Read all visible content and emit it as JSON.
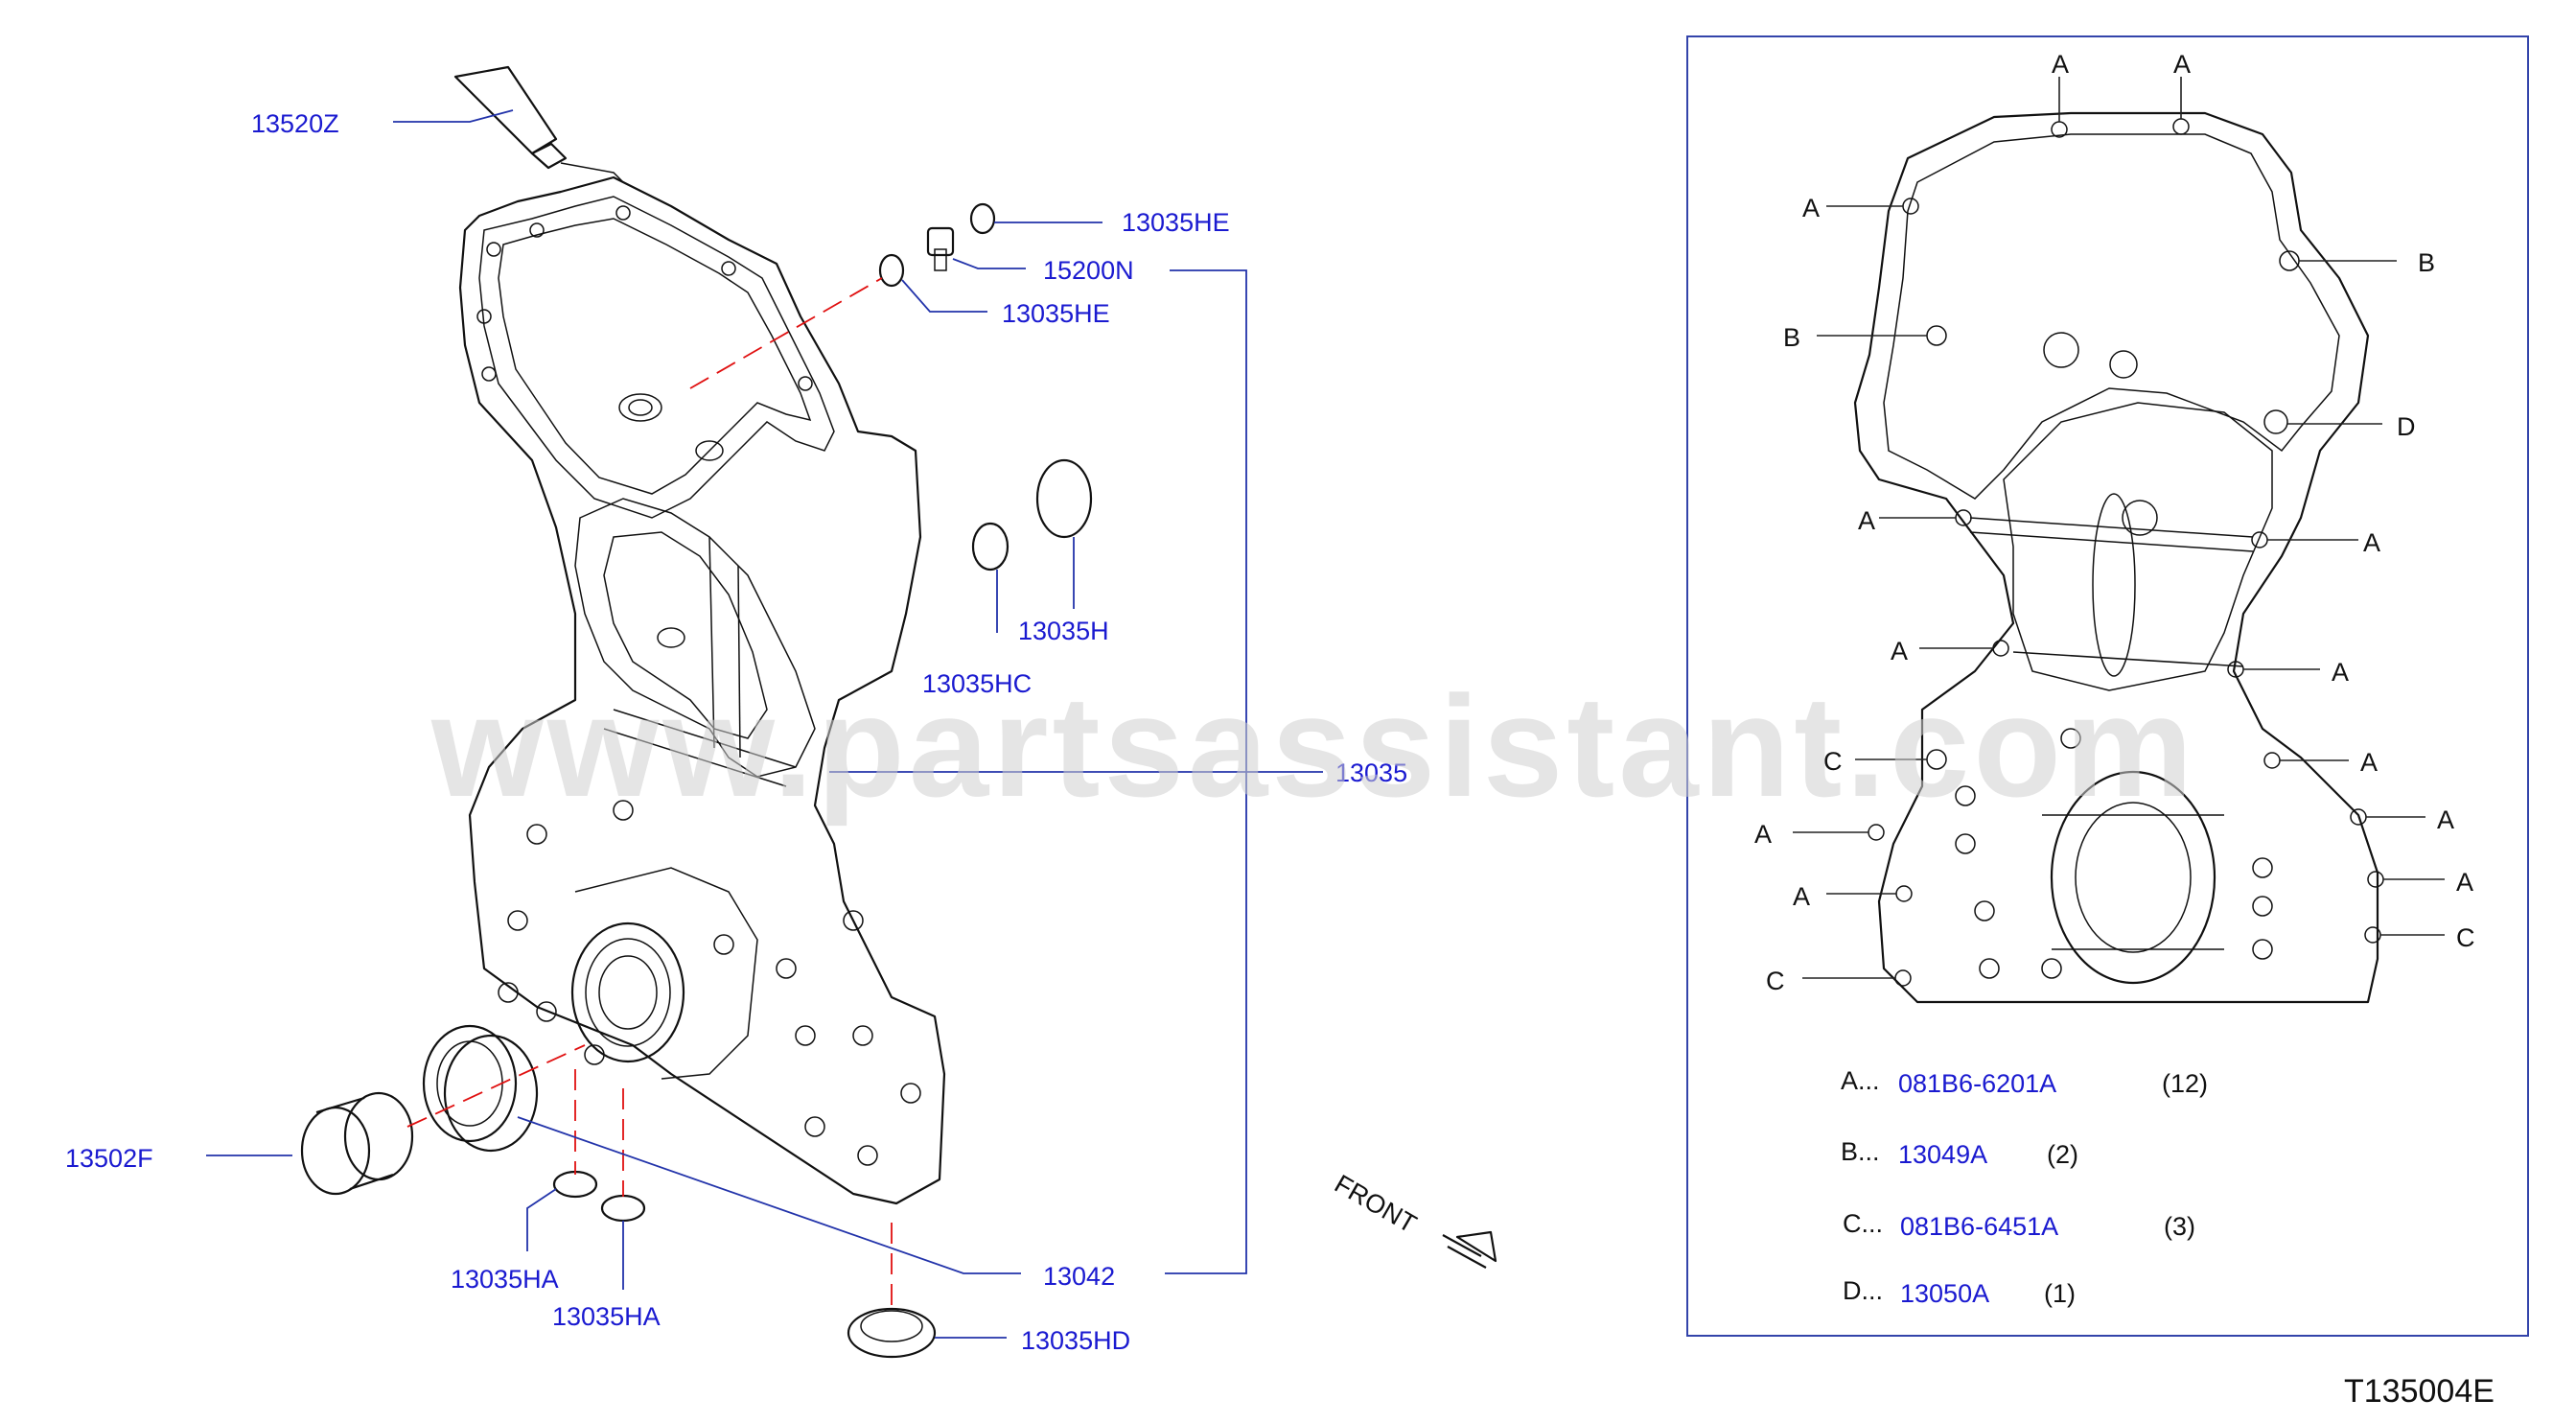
{
  "watermark": "www.partsassistant.com",
  "figure_code": "T135004E",
  "front_label": "FRONT",
  "parts": [
    {
      "id": "13520Z"
    },
    {
      "id": "13035HE"
    },
    {
      "id": "15200N"
    },
    {
      "id": "13035HE"
    },
    {
      "id": "13035H"
    },
    {
      "id": "13035HC"
    },
    {
      "id": "13035"
    },
    {
      "id": "13502F"
    },
    {
      "id": "13042"
    },
    {
      "id": "13035HA"
    },
    {
      "id": "13035HA"
    },
    {
      "id": "13035HD"
    }
  ],
  "bolt_callouts": [
    "A",
    "A",
    "A",
    "B",
    "B",
    "D",
    "A",
    "A",
    "A",
    "A",
    "C",
    "A",
    "A",
    "A",
    "A",
    "A",
    "C",
    "C"
  ],
  "legend": [
    {
      "key": "A...",
      "part": "081B6-6201A",
      "qty": "(12)"
    },
    {
      "key": "B...",
      "part": "13049A",
      "qty": "(2)"
    },
    {
      "key": "C...",
      "part": "081B6-6451A",
      "qty": "(3)"
    },
    {
      "key": "D...",
      "part": "13050A",
      "qty": "(1)"
    }
  ],
  "colors": {
    "part_number": "#1a1ad0",
    "leader": "#2233aa",
    "dashed_centerline": "#e01010",
    "inset_border": "#3344aa"
  }
}
